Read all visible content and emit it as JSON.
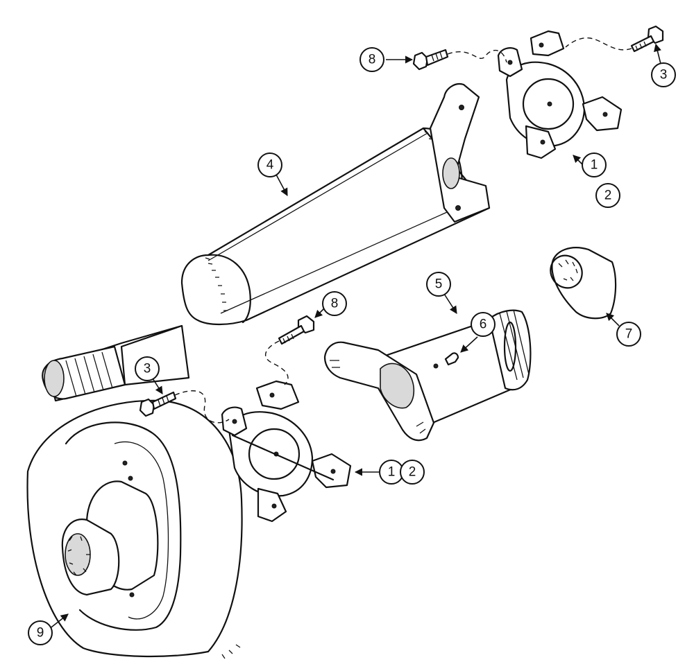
{
  "callouts": [
    {
      "id": "c8a",
      "label": "8"
    },
    {
      "id": "c3a",
      "label": "3"
    },
    {
      "id": "c4",
      "label": "4"
    },
    {
      "id": "c1a",
      "label": "1"
    },
    {
      "id": "c2a",
      "label": "2"
    },
    {
      "id": "c5",
      "label": "5"
    },
    {
      "id": "c8b",
      "label": "8"
    },
    {
      "id": "c6",
      "label": "6"
    },
    {
      "id": "c7",
      "label": "7"
    },
    {
      "id": "c3b",
      "label": "3"
    },
    {
      "id": "c1b",
      "label": "1"
    },
    {
      "id": "c2b",
      "label": "2"
    },
    {
      "id": "c9",
      "label": "9"
    }
  ],
  "colors": {
    "ink": "#111111",
    "paper": "#ffffff",
    "shade": "#d9d9d9"
  }
}
